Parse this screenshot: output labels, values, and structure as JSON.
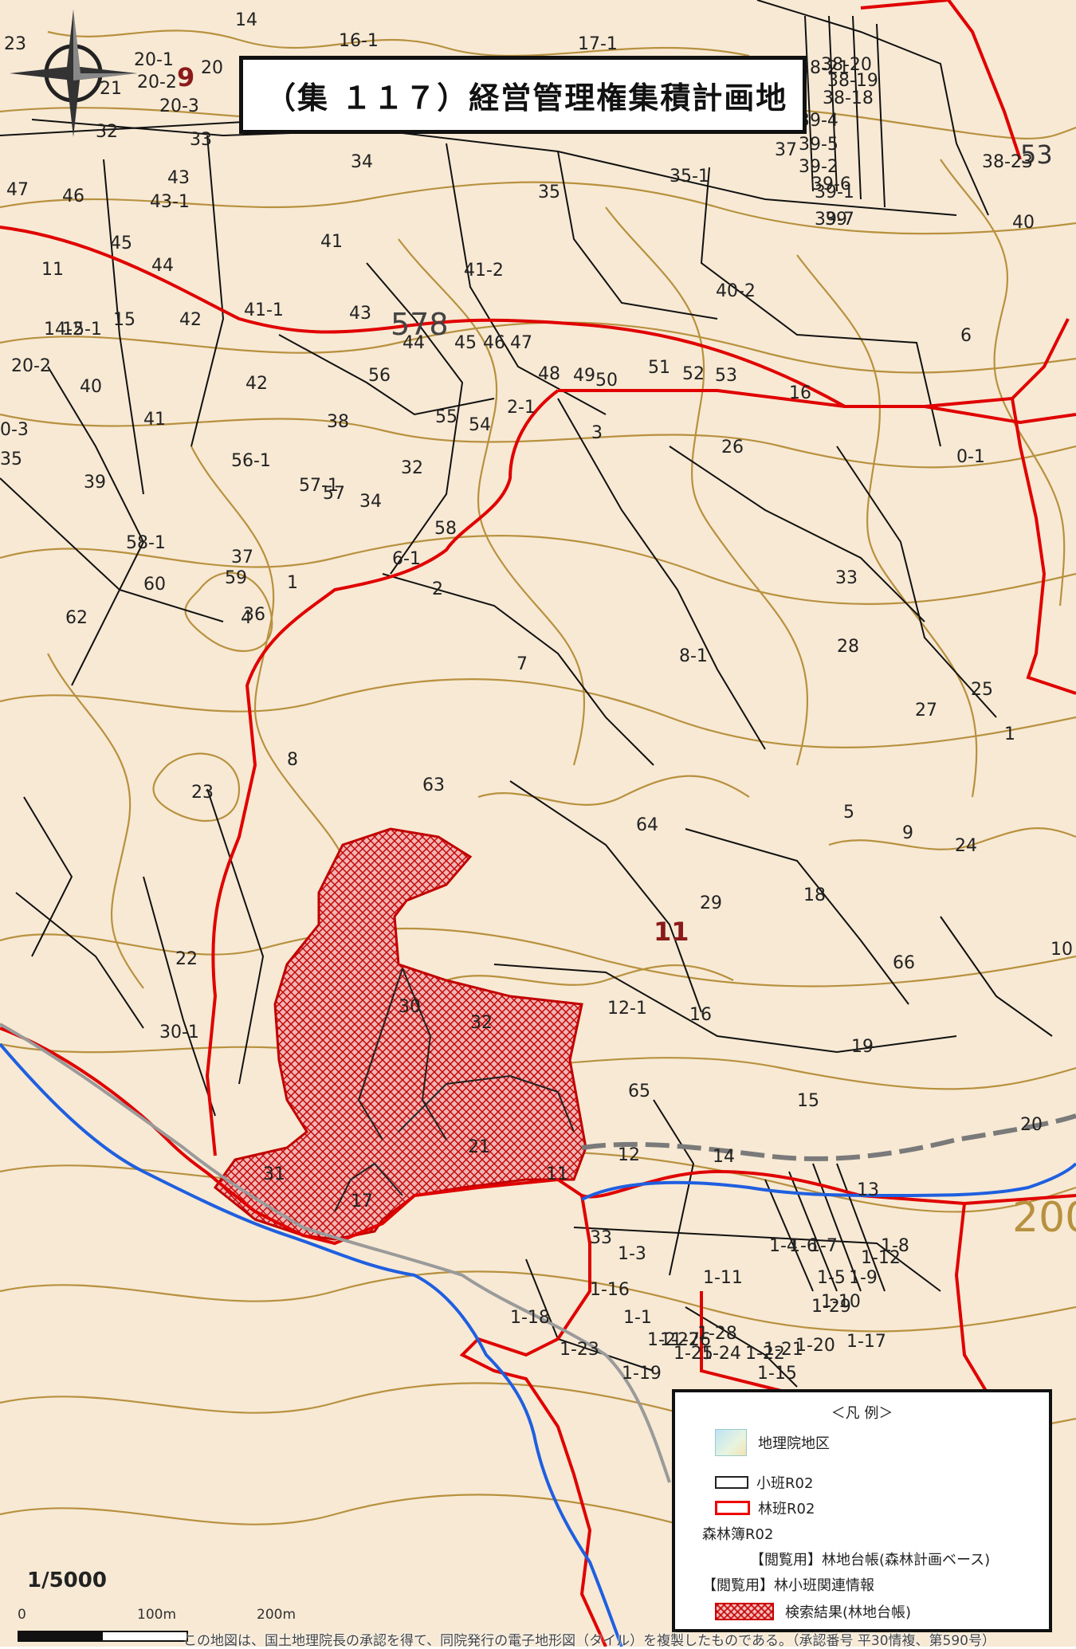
{
  "title": "（集 １１７）経営管理権集積計画地",
  "scale_ratio": "1/5000",
  "scale_labels": [
    "0",
    "100m",
    "200m"
  ],
  "credit": "この地図は、国土地理院長の承認を得て、同院発行の電子地形図（タイル）を複製したものである。（承認番号 平30情複、第590号）",
  "legend": {
    "header": "＜凡 例＞",
    "items": [
      "地理院地区",
      "小班R02",
      "林班R02",
      "森林簿R02",
      "【閲覧用】林地台帳(森林計画ベース)",
      "【閲覧用】林小班関連情報",
      "検索結果(林地台帳)"
    ]
  },
  "colors": {
    "contour": "#b8913f",
    "compartment_line": "#e00000",
    "subcompartment_line": "#111111",
    "river": "#1f5fe0",
    "highlight": "#cc1111",
    "background": "#f7e9d4"
  },
  "compartment_numbers": [
    "9",
    "11",
    "53",
    "578",
    "200"
  ],
  "parcel_labels": [
    "23",
    "14",
    "16-1",
    "17-1",
    "20-1",
    "20",
    "21",
    "20-2",
    "20-3",
    "32",
    "33",
    "34",
    "35",
    "35-1",
    "37",
    "38-21",
    "38-20",
    "38-19",
    "38-18",
    "38-23",
    "39-4",
    "39-5",
    "39-2",
    "39-6",
    "39-1",
    "39-7",
    "39",
    "40",
    "47",
    "46",
    "43-1",
    "43",
    "45",
    "44",
    "11",
    "41",
    "41-2",
    "40-2",
    "6",
    "1",
    "14-2",
    "15-1",
    "15",
    "42",
    "41-1",
    "43",
    "44",
    "45",
    "46",
    "47",
    "48",
    "49",
    "50",
    "51",
    "52",
    "53",
    "16",
    "20-2",
    "40",
    "42",
    "56",
    "55",
    "54",
    "2-1",
    "3",
    "26",
    "0-1",
    "0-3",
    "35",
    "41",
    "38",
    "56-1",
    "32",
    "39",
    "57-1",
    "34",
    "57",
    "58-1",
    "37",
    "58",
    "2",
    "59",
    "6-1",
    "36",
    "33",
    "60",
    "62",
    "4",
    "7",
    "8-1",
    "28",
    "25",
    "27",
    "1",
    "8",
    "63",
    "5",
    "23",
    "64",
    "9",
    "24",
    "29",
    "18",
    "22",
    "66",
    "10",
    "30",
    "32",
    "12-1",
    "16",
    "19",
    "30-1",
    "65",
    "15",
    "21",
    "12",
    "14",
    "20",
    "31",
    "11",
    "17",
    "13",
    "33",
    "1-3",
    "1-4",
    "1-6",
    "1-7",
    "1-8",
    "1-12",
    "1-11",
    "1-5",
    "1-9",
    "1-10",
    "1-16",
    "1-29",
    "1-18",
    "1-1",
    "1-28",
    "1-23",
    "1-2",
    "1-27",
    "1-26",
    "1-25",
    "1-24",
    "1-22",
    "1-21",
    "1-20",
    "1-17",
    "1-15",
    "1-19",
    "2-1"
  ]
}
